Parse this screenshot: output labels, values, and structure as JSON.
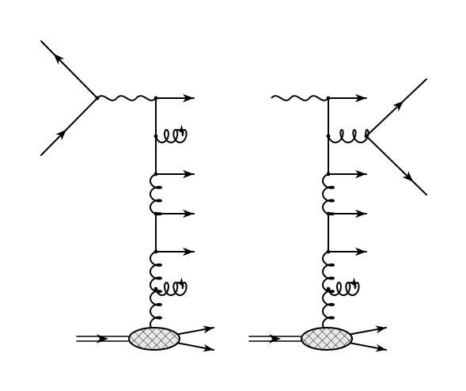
{
  "diagram": {
    "kind": "feynman-diagrams",
    "panel_count": 2,
    "colors": {
      "line": "#000000",
      "background": "#ffffff",
      "blob_fill": "#e8e8e8"
    },
    "icons": {
      "photon": "wavy-line",
      "gluon": "curly-line",
      "fermion": "arrowed-line",
      "vertex": "dot",
      "proton_blob": "cross-hatched-ellipse",
      "incoming_hadron": "double-line-arrow"
    },
    "panels": [
      {
        "name": "left",
        "photon_emitter": "lepton-vertex"
      },
      {
        "name": "right",
        "photon_emitter": "none",
        "lepton_pair_from": "gluon"
      }
    ]
  }
}
